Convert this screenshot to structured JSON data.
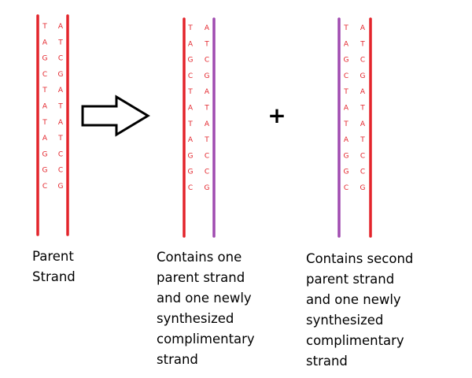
{
  "colors": {
    "parent_strand": "#e3242b",
    "new_strand": "#a04bb0",
    "letters": "#e3242b",
    "arrow_stroke": "#000000",
    "plus": "#000000"
  },
  "icons": {
    "arrow": "right-arrow-icon",
    "plus": "plus-icon"
  },
  "plus_label": "+",
  "groups": [
    {
      "id": "parent",
      "left_strand_type": "parent",
      "right_strand_type": "parent",
      "left_bases": [
        "T",
        "A",
        "G",
        "C",
        "T",
        "A",
        "T",
        "A",
        "G",
        "G",
        "C"
      ],
      "right_bases": [
        "A",
        "T",
        "C",
        "G",
        "A",
        "T",
        "A",
        "T",
        "C",
        "C",
        "G"
      ],
      "caption_lines": [
        "Parent",
        "Strand"
      ]
    },
    {
      "id": "daughter-1",
      "left_strand_type": "parent",
      "right_strand_type": "new",
      "left_bases": [
        "T",
        "A",
        "G",
        "C",
        "T",
        "A",
        "T",
        "A",
        "G",
        "G",
        "C"
      ],
      "right_bases": [
        "A",
        "T",
        "C",
        "G",
        "A",
        "T",
        "A",
        "T",
        "C",
        "C",
        "G"
      ],
      "caption_lines": [
        "Contains one",
        "parent strand",
        "and one newly",
        "synthesized",
        "complimentary",
        "strand"
      ]
    },
    {
      "id": "daughter-2",
      "left_strand_type": "new",
      "right_strand_type": "parent",
      "left_bases": [
        "T",
        "A",
        "G",
        "C",
        "T",
        "A",
        "T",
        "A",
        "G",
        "G",
        "C"
      ],
      "right_bases": [
        "A",
        "T",
        "C",
        "G",
        "A",
        "T",
        "A",
        "T",
        "C",
        "C",
        "G"
      ],
      "caption_lines": [
        "Contains second",
        "parent strand",
        "and one newly",
        "synthesized",
        "complimentary",
        "strand"
      ]
    }
  ]
}
